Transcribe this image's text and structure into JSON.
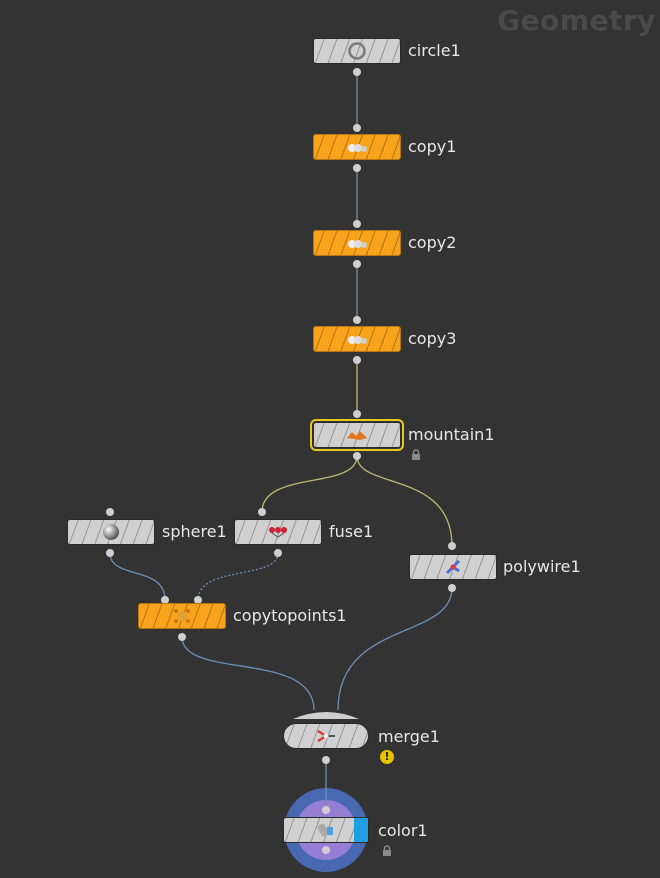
{
  "context_title": "Geometry",
  "colors": {
    "background": "#333333",
    "node_grey": "#d0d0d0",
    "node_orange": "#f7a31c",
    "wire_blue": "#6b8fb8",
    "wire_yellow": "#bfb870",
    "selection_yellow": "#e8c81f",
    "color_blue_flag": "#1fa0e0"
  },
  "nodes": {
    "circle1": {
      "label": "circle1",
      "icon": "circle-icon"
    },
    "copy1": {
      "label": "copy1",
      "icon": "copy-spheres-icon"
    },
    "copy2": {
      "label": "copy2",
      "icon": "copy-spheres-icon"
    },
    "copy3": {
      "label": "copy3",
      "icon": "copy-spheres-icon"
    },
    "mountain1": {
      "label": "mountain1",
      "icon": "mountain-icon",
      "locked": true
    },
    "sphere1": {
      "label": "sphere1",
      "icon": "sphere-icon"
    },
    "fuse1": {
      "label": "fuse1",
      "icon": "fuse-icon"
    },
    "polywire1": {
      "label": "polywire1",
      "icon": "polywire-icon"
    },
    "copytopoints1": {
      "label": "copytopoints1",
      "icon": "copytopoints-icon"
    },
    "merge1": {
      "label": "merge1",
      "icon": "merge-icon",
      "warning": true
    },
    "color1": {
      "label": "color1",
      "icon": "color-icon",
      "locked": true
    }
  }
}
